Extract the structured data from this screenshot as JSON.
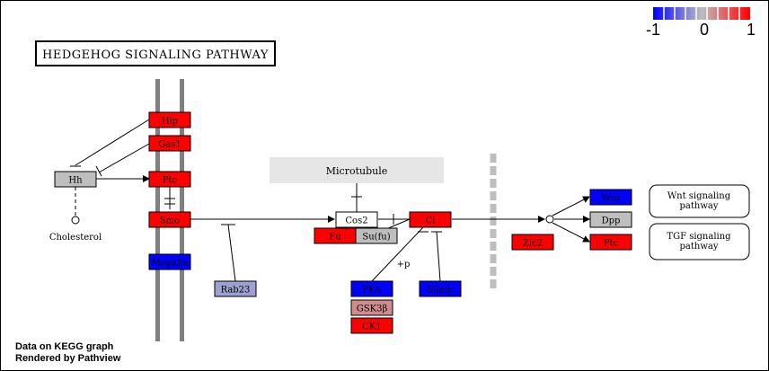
{
  "title": "HEDGEHOG SIGNALING PATHWAY",
  "legend": {
    "min_label": "-1",
    "mid_label": "0",
    "max_label": "1"
  },
  "colors": {
    "up": "#ff0000",
    "down": "#0000ff",
    "neutral": "#bebebe",
    "light_blue": "#9ea0d0",
    "light_red": "#d08c8c",
    "none": "#ffffff",
    "membrane": "#808080",
    "microtubule": "#e6e6e6",
    "barrier": "#bebebe"
  },
  "nodes": {
    "hip": {
      "label": "Hip",
      "color": "up"
    },
    "gas1": {
      "label": "Gas1",
      "color": "up"
    },
    "ptc": {
      "label": "Ptc",
      "color": "up"
    },
    "smo": {
      "label": "Smo",
      "color": "up"
    },
    "megalin": {
      "label": "Megalin",
      "color": "down"
    },
    "hh": {
      "label": "Hh",
      "color": "neutral"
    },
    "rab23": {
      "label": "Rab23",
      "color": "light_blue"
    },
    "cos2": {
      "label": "Cos2",
      "color": "none"
    },
    "fu": {
      "label": "Fu",
      "color": "up"
    },
    "sufu": {
      "label": "Su(fu)",
      "color": "neutral"
    },
    "ci": {
      "label": "Ci",
      "color": "up"
    },
    "pka": {
      "label": "PKA",
      "color": "down"
    },
    "gsk3b": {
      "label": "GSK3β",
      "color": "light_red"
    },
    "ck1": {
      "label": "CK1",
      "color": "up"
    },
    "slimb": {
      "label": "Slimb",
      "color": "down"
    },
    "zic2": {
      "label": "Zic2",
      "color": "up"
    },
    "wnt": {
      "label": "Wnt",
      "color": "down"
    },
    "dpp": {
      "label": "Dpp",
      "color": "neutral"
    },
    "ptc_out": {
      "label": "Ptc",
      "color": "up"
    }
  },
  "labels": {
    "cholesterol": "Cholesterol",
    "microtubule": "Microtubule",
    "phospho": "+p"
  },
  "pathways": {
    "wnt": "Wnt signaling pathway",
    "tgf": "TGF signaling pathway"
  },
  "footer": {
    "line1": "Data on KEGG graph",
    "line2": "Rendered by Pathview"
  }
}
